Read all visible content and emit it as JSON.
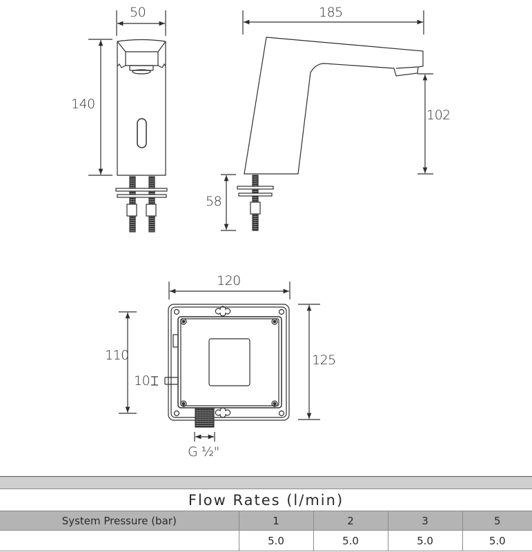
{
  "drawing": {
    "front_view": {
      "width_label": "50",
      "height_label": "140"
    },
    "side_view": {
      "length_label": "185",
      "spout_height_label": "102",
      "shank_length_label": "58"
    },
    "control_box": {
      "width_label": "120",
      "inner_height_label": "110",
      "outer_height_label": "125",
      "offset_label": "10",
      "connection_label": "G ½\""
    }
  },
  "flow_table": {
    "title": "Flow Rates (l/min)",
    "header_label": "System Pressure (bar)",
    "pressures": [
      "1",
      "2",
      "3",
      "5"
    ],
    "row_label": "",
    "flow_values": [
      "5.0",
      "5.0",
      "5.0",
      "5.0"
    ]
  },
  "colors": {
    "line": "#2e2e2e",
    "table_header_bg": "#b4b4b4",
    "table_topbar_bg": "#cfcfcf",
    "table_border": "#8a8a8a"
  }
}
